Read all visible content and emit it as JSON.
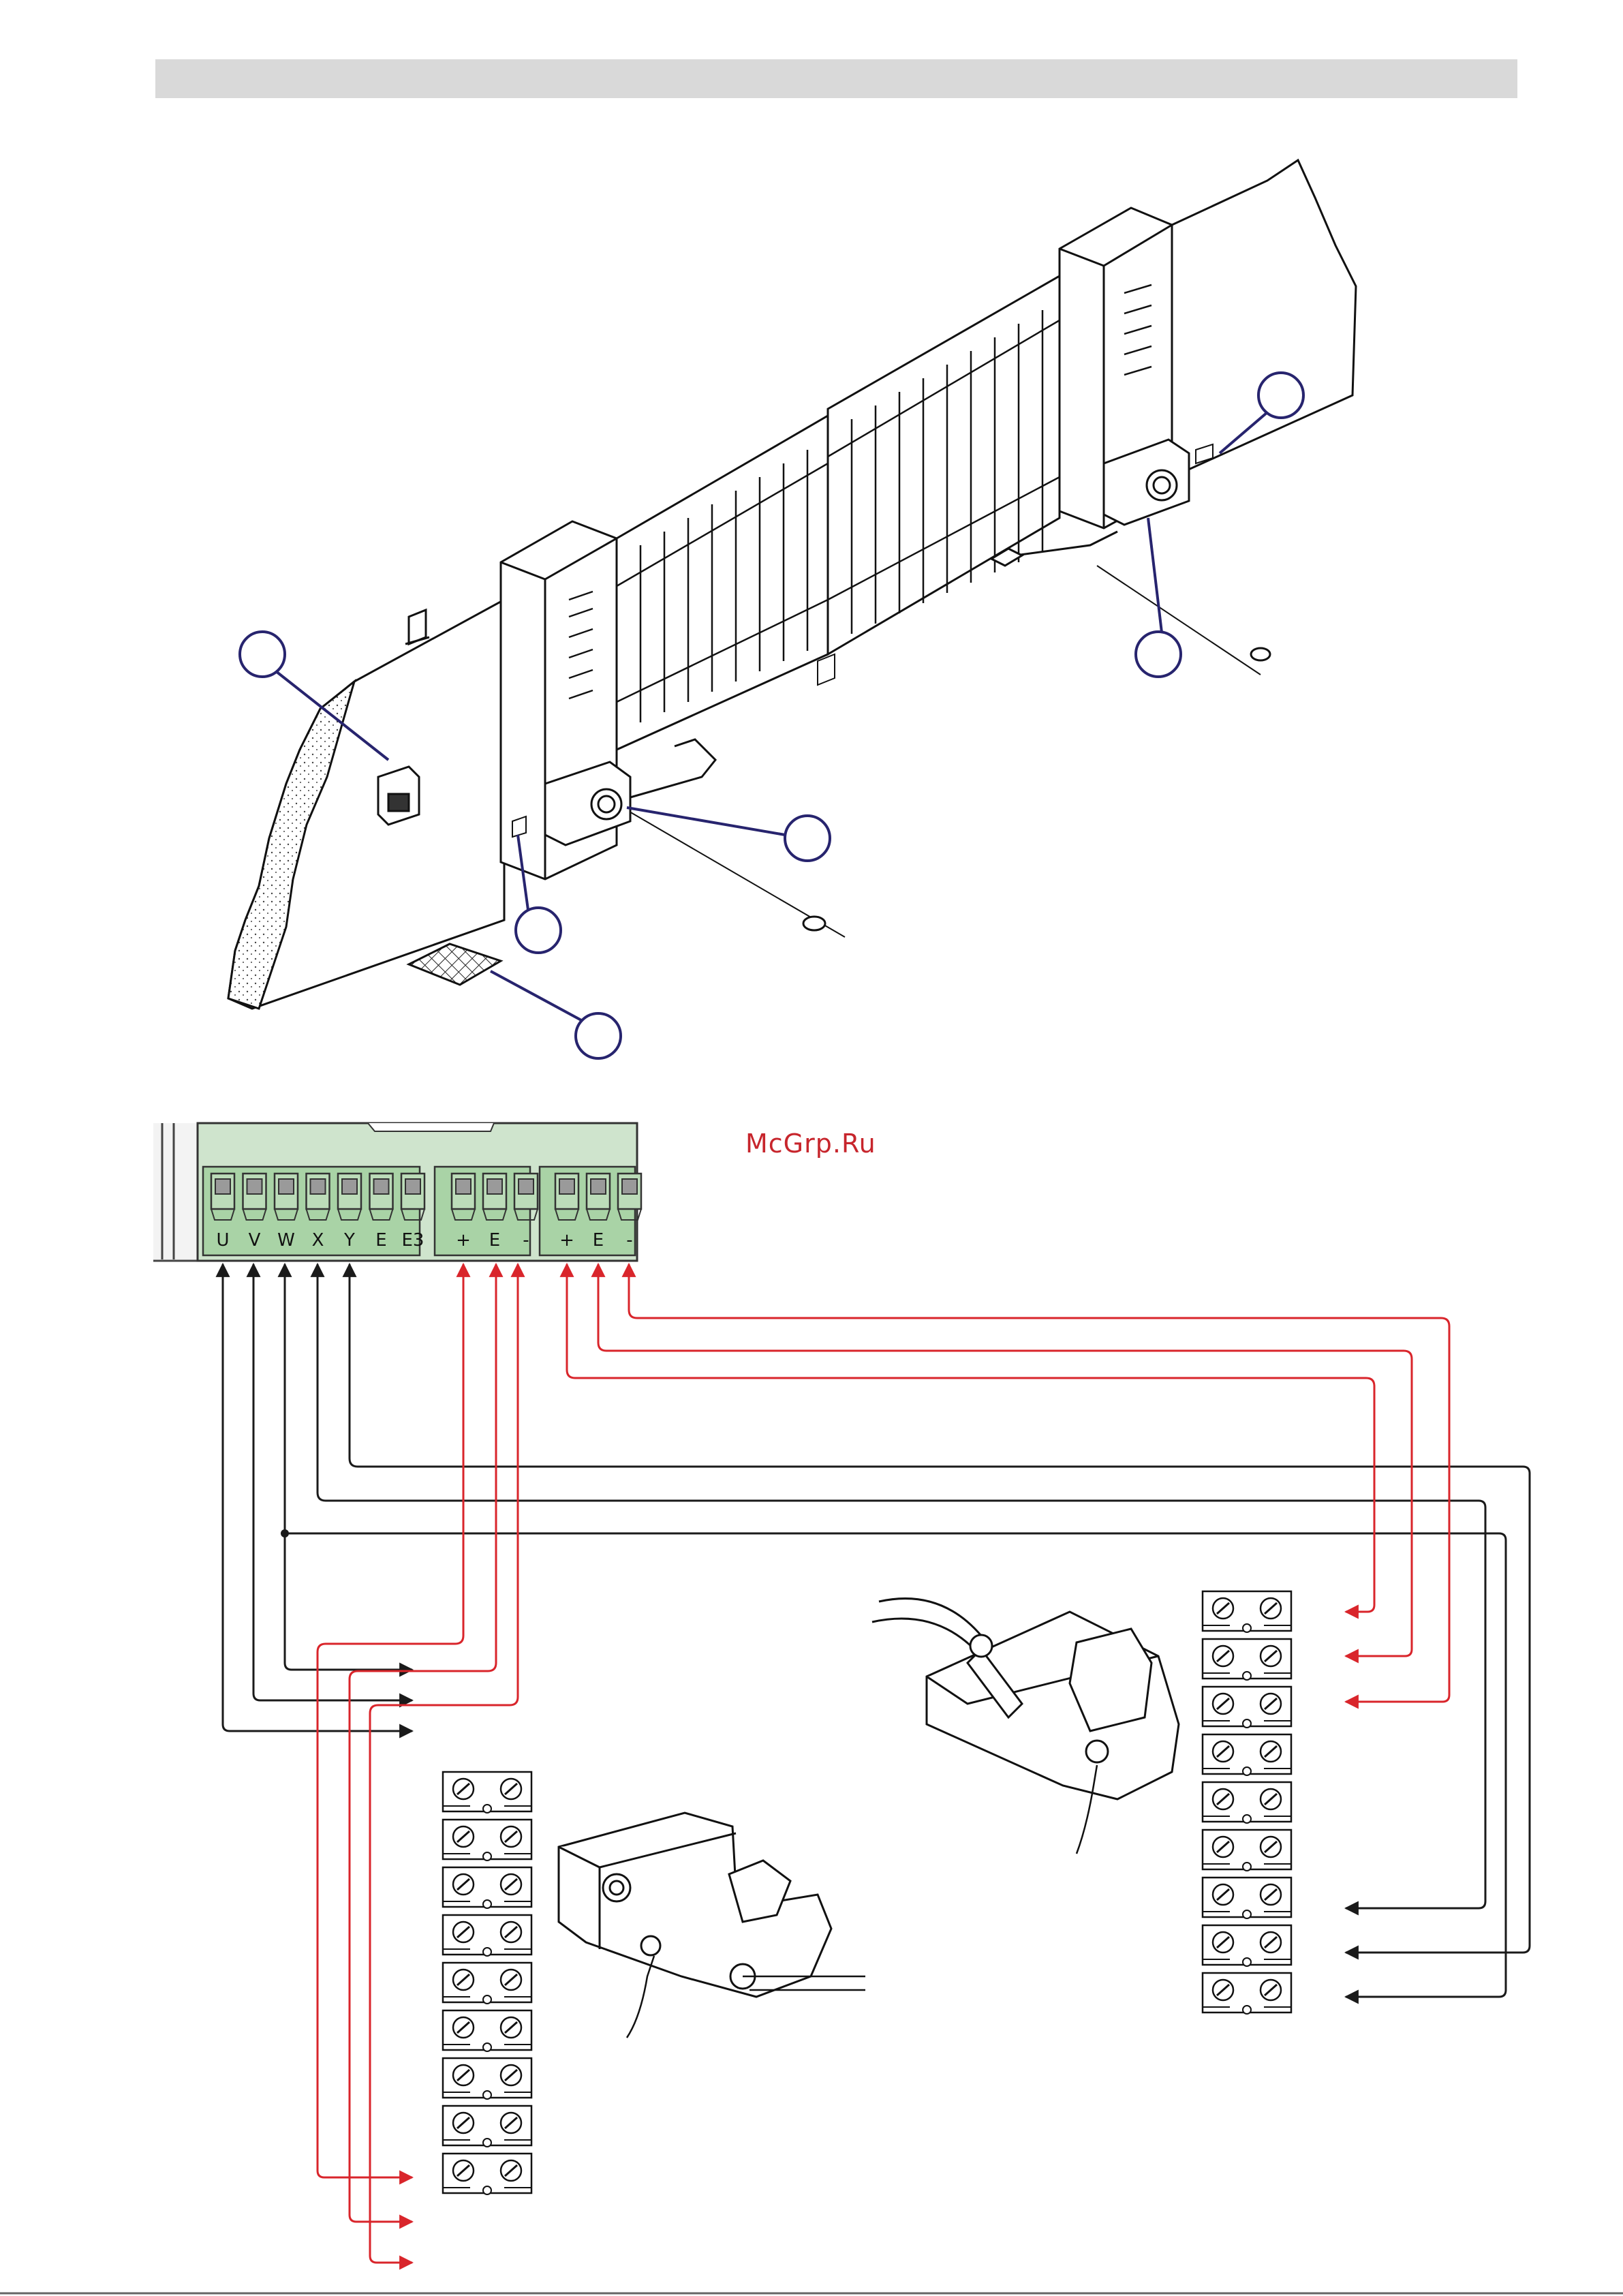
{
  "watermark": "McGrp.Ru",
  "terminal_block": {
    "group1": [
      "U",
      "V",
      "W",
      "X",
      "Y",
      "E",
      "E3"
    ],
    "group2": [
      "+",
      "E",
      "-"
    ],
    "group3": [
      "+",
      "E",
      "-"
    ]
  },
  "colors": {
    "wire_black": "#1a1a1a",
    "wire_red": "#d9252b",
    "board_green": "#a9d3a6",
    "callout_blue": "#27246e",
    "header_gray": "#d9d9d9"
  }
}
